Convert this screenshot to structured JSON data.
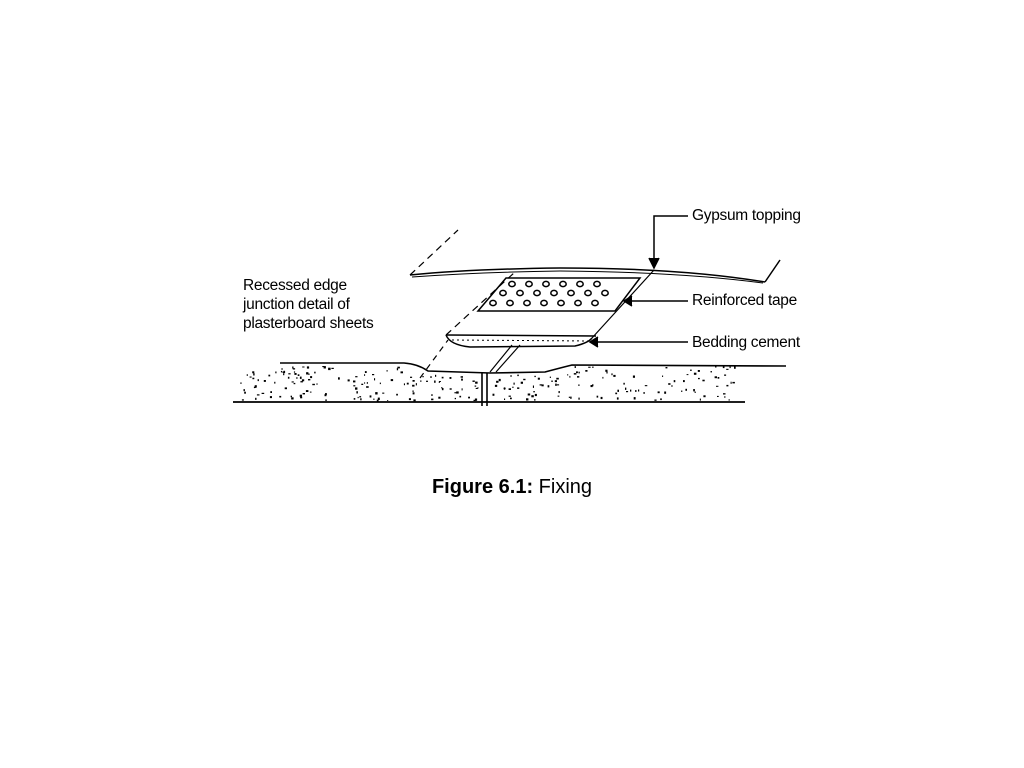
{
  "labels": {
    "gypsum_topping": "Gypsum topping",
    "reinforced_tape": "Reinforced tape",
    "bedding_cement": "Bedding cement",
    "recessed_edge": [
      "Recessed edge",
      "junction detail of",
      "plasterboard sheets"
    ]
  },
  "caption": {
    "prefix": "Figure 6.1:",
    "text": "Fixing"
  },
  "colors": {
    "ink": "#000000",
    "background": "#ffffff"
  }
}
